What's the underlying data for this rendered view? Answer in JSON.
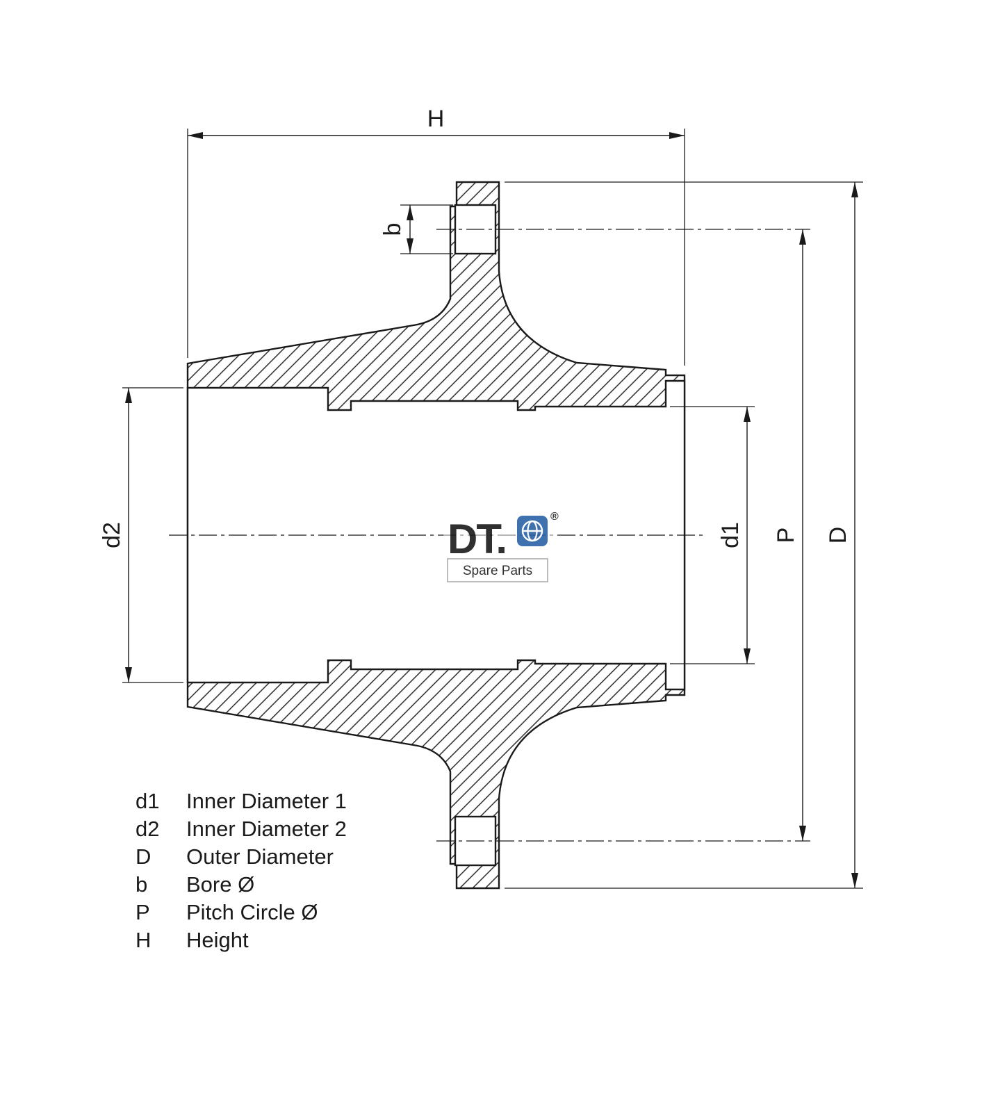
{
  "dims": {
    "H": "H",
    "b": "b",
    "d2": "d2",
    "d1": "d1",
    "P": "P",
    "D": "D"
  },
  "legend": {
    "items": [
      {
        "symbol": "d1",
        "description": "Inner Diameter 1"
      },
      {
        "symbol": "d2",
        "description": "Inner Diameter 2"
      },
      {
        "symbol": "D",
        "description": "Outer Diameter"
      },
      {
        "symbol": "b",
        "description": "Bore Ø"
      },
      {
        "symbol": "P",
        "description": "Pitch Circle Ø"
      },
      {
        "symbol": "H",
        "description": "Height"
      }
    ]
  },
  "logo": {
    "brand": "DT.",
    "registered": "®",
    "subtitle": "Spare Parts",
    "blue": "#2b62a7",
    "gray": "#9a9a9a",
    "box_border": "#b5b5b5"
  },
  "drawing": {
    "line_color": "#1a1a1a",
    "background": "#ffffff",
    "part": "wheel hub cross-section"
  }
}
